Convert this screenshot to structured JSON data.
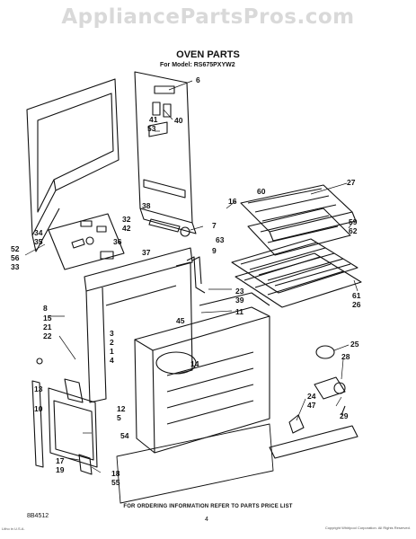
{
  "watermark": "AppliancePartsPros.com",
  "header": {
    "title": "OVEN PARTS",
    "model": "For Model: RS675PXYW2"
  },
  "footer": {
    "note": "FOR ORDERING INFORMATION REFER TO PARTS PRICE LIST",
    "page": "4",
    "doc_code": "8B4512",
    "fine_print": "Litho in U.S.A.",
    "copyright": "Copyright Whirlpool Corporation. All Rights Reserved."
  },
  "callouts": [
    {
      "id": "c6",
      "text": "6"
    },
    {
      "id": "c40",
      "text": "40"
    },
    {
      "id": "c41",
      "text": "41"
    },
    {
      "id": "c53",
      "text": "53"
    },
    {
      "id": "c27",
      "text": "27"
    },
    {
      "id": "c60",
      "text": "60"
    },
    {
      "id": "c16",
      "text": "16"
    },
    {
      "id": "c38",
      "text": "38"
    },
    {
      "id": "c32",
      "text": "32"
    },
    {
      "id": "c42",
      "text": "42"
    },
    {
      "id": "c34",
      "text": "34"
    },
    {
      "id": "c35",
      "text": "35"
    },
    {
      "id": "c36",
      "text": "36"
    },
    {
      "id": "c37",
      "text": "37"
    },
    {
      "id": "c7",
      "text": "7"
    },
    {
      "id": "c63",
      "text": "63"
    },
    {
      "id": "c59",
      "text": "59"
    },
    {
      "id": "c62",
      "text": "62"
    },
    {
      "id": "c52",
      "text": "52"
    },
    {
      "id": "c56",
      "text": "56"
    },
    {
      "id": "c33",
      "text": "33"
    },
    {
      "id": "c9",
      "text": "9"
    },
    {
      "id": "c8",
      "text": "8"
    },
    {
      "id": "c15",
      "text": "15"
    },
    {
      "id": "c21",
      "text": "21"
    },
    {
      "id": "c22",
      "text": "22"
    },
    {
      "id": "c23",
      "text": "23"
    },
    {
      "id": "c39",
      "text": "39"
    },
    {
      "id": "c45",
      "text": "45"
    },
    {
      "id": "c11",
      "text": "11"
    },
    {
      "id": "c61",
      "text": "61"
    },
    {
      "id": "c26",
      "text": "26"
    },
    {
      "id": "c3",
      "text": "3"
    },
    {
      "id": "c2",
      "text": "2"
    },
    {
      "id": "c1",
      "text": "1"
    },
    {
      "id": "c4",
      "text": "4"
    },
    {
      "id": "c14",
      "text": "14"
    },
    {
      "id": "c25",
      "text": "25"
    },
    {
      "id": "c28",
      "text": "28"
    },
    {
      "id": "c13",
      "text": "13"
    },
    {
      "id": "c10",
      "text": "10"
    },
    {
      "id": "c12",
      "text": "12"
    },
    {
      "id": "c5",
      "text": "5"
    },
    {
      "id": "c24",
      "text": "24"
    },
    {
      "id": "c47",
      "text": "47"
    },
    {
      "id": "c29",
      "text": "29"
    },
    {
      "id": "c54",
      "text": "54"
    },
    {
      "id": "c17",
      "text": "17"
    },
    {
      "id": "c19",
      "text": "19"
    },
    {
      "id": "c18",
      "text": "18"
    },
    {
      "id": "c55",
      "text": "55"
    }
  ]
}
